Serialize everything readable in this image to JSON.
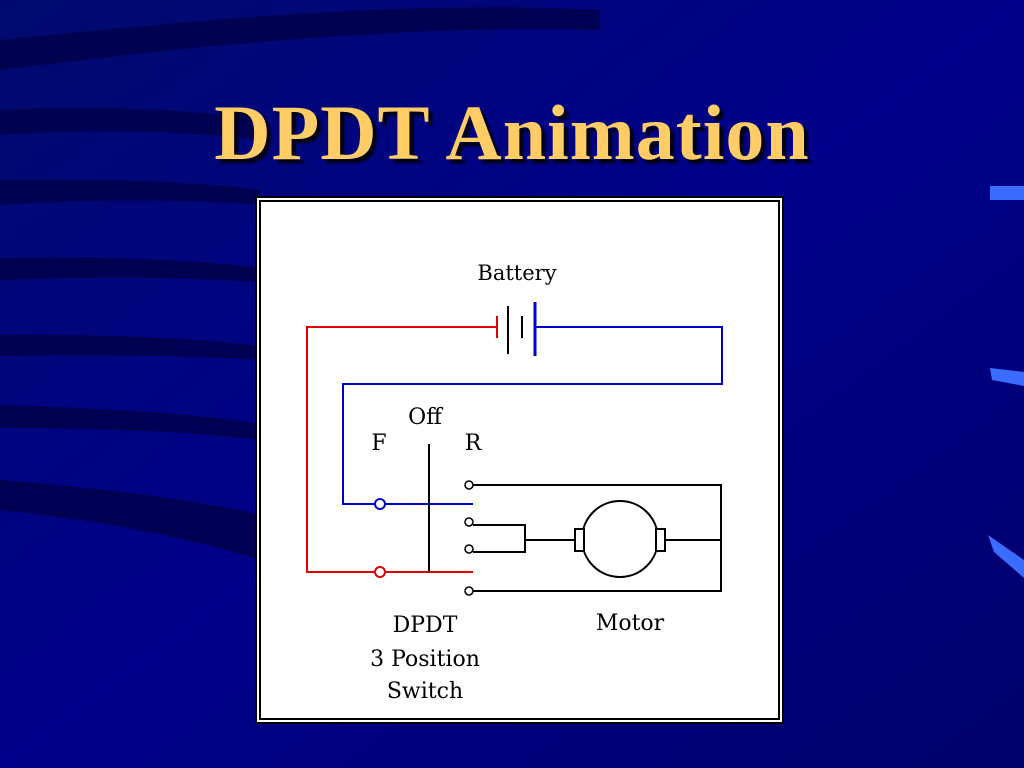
{
  "slide": {
    "title": "DPDT Animation"
  },
  "diagram": {
    "battery_label": "Battery",
    "switch_positions": {
      "forward": "F",
      "off": "Off",
      "reverse": "R"
    },
    "switch_label": [
      "DPDT",
      "3 Position",
      "Switch"
    ],
    "motor_label": "Motor",
    "colors": {
      "positive_wire": "#e00000",
      "negative_wire": "#0000cc",
      "background": "#00007a",
      "title": "#ffcc66"
    }
  }
}
